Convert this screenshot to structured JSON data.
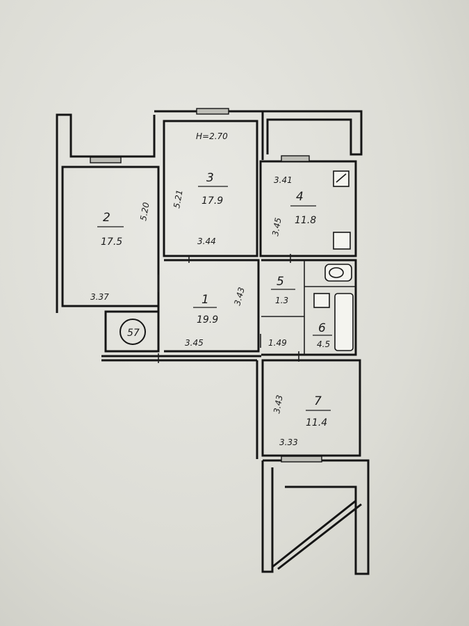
{
  "ceiling_height": "H=2.70",
  "rooms": [
    {
      "id": "1",
      "number": "1",
      "area": "19.9",
      "dims": [
        "3.43",
        "3.45"
      ]
    },
    {
      "id": "2",
      "number": "2",
      "area": "17.5",
      "dims": [
        "5.20",
        "3.37"
      ]
    },
    {
      "id": "3",
      "number": "3",
      "area": "17.9",
      "dims": [
        "5.21",
        "3.44"
      ]
    },
    {
      "id": "4",
      "number": "4",
      "area": "11.8",
      "dims": [
        "3.41",
        "3.45"
      ]
    },
    {
      "id": "5",
      "number": "5",
      "area": "1.3",
      "dims": [
        "1.49"
      ]
    },
    {
      "id": "6",
      "number": "6",
      "area": "4.5",
      "dims": []
    },
    {
      "id": "7",
      "number": "7",
      "area": "11.4",
      "dims": [
        "3.43",
        "3.33"
      ]
    }
  ],
  "shaft_label": "57",
  "colors": {
    "paper": "#e4e4de",
    "ink": "#151515"
  }
}
